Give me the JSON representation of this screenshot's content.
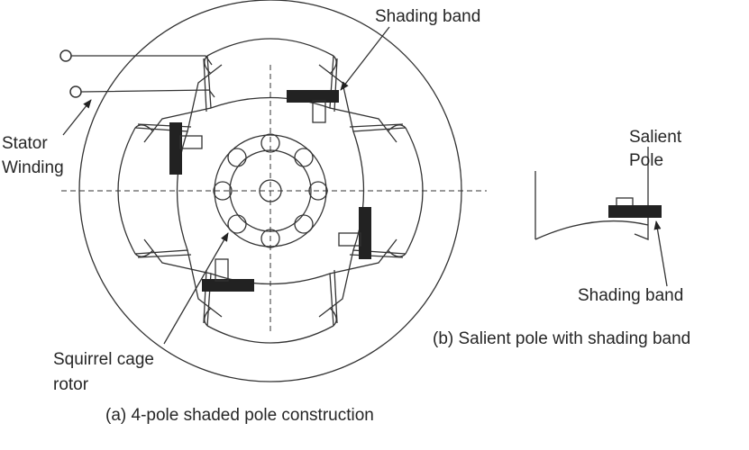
{
  "labels": {
    "shading_band_top": "Shading band",
    "stator_winding_line1": "Stator",
    "stator_winding_line2": "Winding",
    "squirrel_cage_line1": "Squirrel cage",
    "squirrel_cage_line2": "rotor",
    "caption_a": "(a) 4-pole shaded pole construction",
    "salient_pole_line1": "Salient",
    "salient_pole_line2": "Pole",
    "shading_band_right": "Shading band",
    "caption_b": "(b) Salient pole with shading band"
  },
  "colors": {
    "line": "#333333",
    "band": "#222222",
    "text": "#262626",
    "background": "#ffffff"
  }
}
